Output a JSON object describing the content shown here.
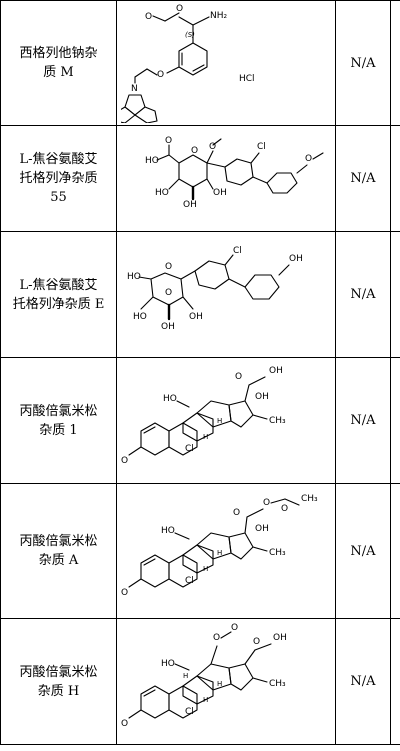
{
  "rows": [
    {
      "name_line1": "西格列他钠杂",
      "name_line2": "质 M",
      "name_line3": "",
      "value": "N/A",
      "labels": {
        "ester": "O",
        "ester2": "O",
        "nh2": "NH₂",
        "stereo": "(S)",
        "ether": "O",
        "n": "N",
        "salt": "HCl"
      }
    },
    {
      "name_line1": "L-焦谷氨酸艾",
      "name_line2": "托格列净杂质",
      "name_line3": "55",
      "value": "N/A",
      "labels": {
        "acid_o": "O",
        "acid_ho": "HO",
        "ring_o": "O",
        "ome": "O",
        "cl": "Cl",
        "ho1": "HO",
        "oh1": "OH",
        "oh2": "OH",
        "ether": "O"
      }
    },
    {
      "name_line1": "L-焦谷氨酸艾",
      "name_line2": "托格列净杂质 E",
      "name_line3": "",
      "value": "N/A",
      "labels": {
        "ho_top": "HO",
        "ring_o": "O",
        "bridge_o": "O",
        "cl": "Cl",
        "oh": "OH",
        "ho1": "HO",
        "oh1": "OH",
        "oh2": "OH"
      }
    },
    {
      "name_line1": "丙酸倍氯米松",
      "name_line2": "杂质 1",
      "name_line3": "",
      "value": "N/A",
      "labels": {
        "ho": "HO",
        "ketone": "O",
        "oh_chain": "OH",
        "oh17": "OH",
        "h1": "H",
        "h2": "H",
        "cl": "Cl",
        "ch3": "CH₃",
        "o3": "O"
      }
    },
    {
      "name_line1": "丙酸倍氯米松",
      "name_line2": "杂质 A",
      "name_line3": "",
      "value": "N/A",
      "labels": {
        "ho": "HO",
        "ketone": "O",
        "ester_o": "O",
        "ch3_chain": "CH₃",
        "oh17": "OH",
        "h1": "H",
        "h2": "H",
        "cl": "Cl",
        "ch3": "CH₃",
        "o3": "O",
        "ester_o2": "O"
      }
    },
    {
      "name_line1": "丙酸倍氯米松",
      "name_line2": "杂质 H",
      "name_line3": "",
      "value": "N/A",
      "labels": {
        "ho": "HO",
        "ester_o": "O",
        "ester_o2": "O",
        "ketone": "O",
        "oh_chain": "OH",
        "h1": "H",
        "h2": "H",
        "cl": "Cl",
        "ch3": "CH₃",
        "o3": "O",
        "h_c": "H"
      }
    }
  ]
}
